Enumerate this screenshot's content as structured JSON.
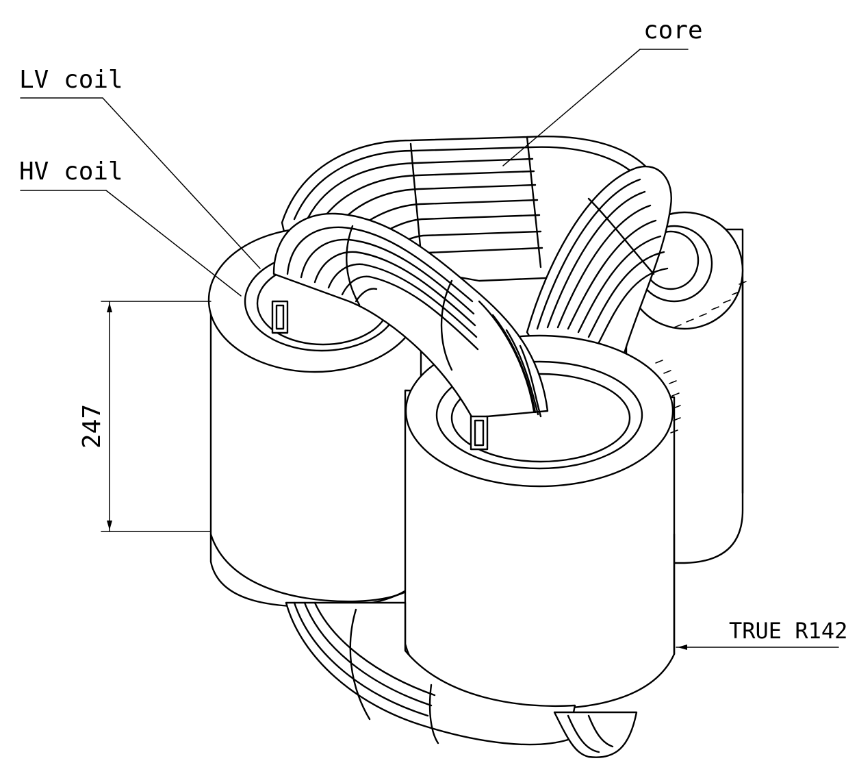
{
  "labels": {
    "core": "core",
    "lv_coil": "LV coil",
    "hv_coil": "HV coil",
    "height_dim": "247",
    "radius_note": "TRUE R142"
  }
}
